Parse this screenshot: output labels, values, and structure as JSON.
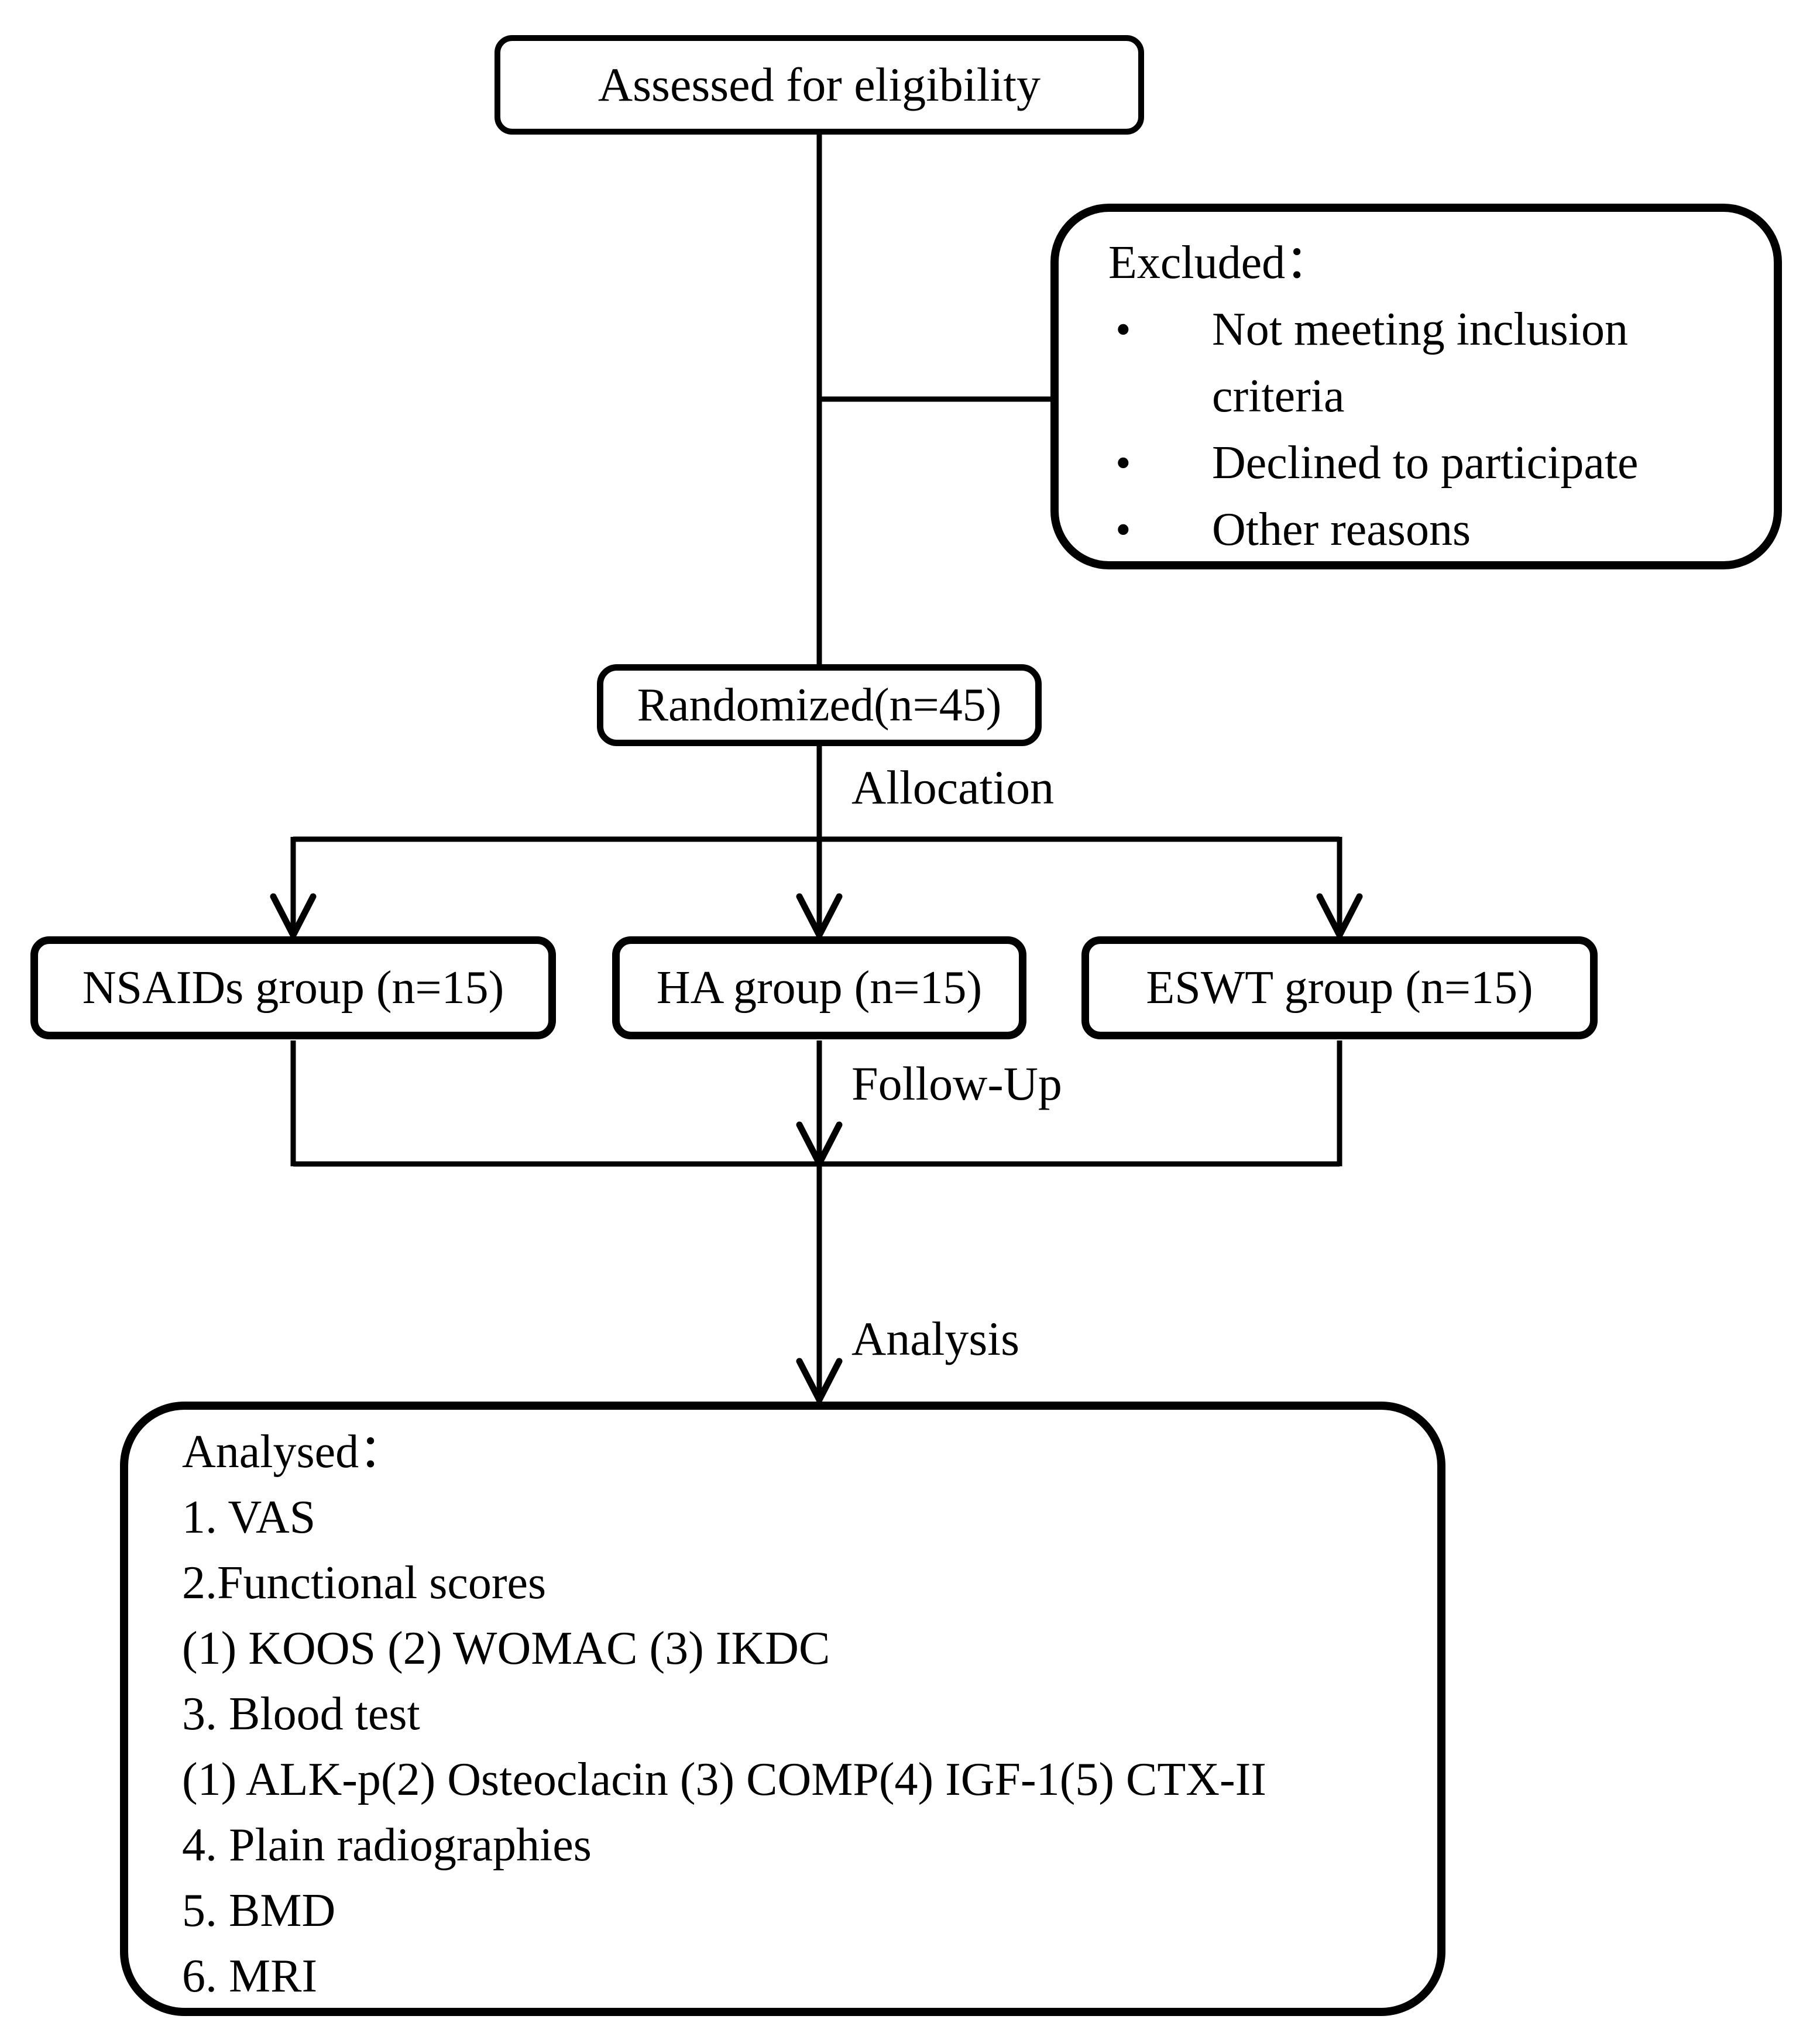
{
  "boxes": {
    "assessed": {
      "label": "Assessed for eligibility"
    },
    "excluded": {
      "title": "Excluded：",
      "bullets": [
        "Not meeting inclusion criteria",
        "Declined to participate",
        "Other reasons"
      ]
    },
    "randomized": {
      "label": "Randomized(n=45)"
    },
    "groups": [
      {
        "label": "NSAIDs group (n=15)"
      },
      {
        "label": "HA group (n=15)"
      },
      {
        "label": "ESWT group (n=15)"
      }
    ],
    "analysed": {
      "title": "Analysed：",
      "items": [
        "1. VAS",
        "2.Functional scores",
        "(1) KOOS (2) WOMAC (3) IKDC",
        "3. Blood test",
        "(1) ALK-p(2) Osteoclacin (3) COMP(4) IGF-1(5) CTX-II",
        "4. Plain radiographies",
        "5. BMD",
        "6. MRI"
      ]
    }
  },
  "stage_labels": {
    "allocation": "Allocation",
    "follow_up": "Follow-Up",
    "analysis": "Analysis"
  },
  "glyphs": {
    "bullet": "•"
  },
  "colors": {
    "line": "#000000",
    "background": "#ffffff",
    "text": "#000000"
  }
}
